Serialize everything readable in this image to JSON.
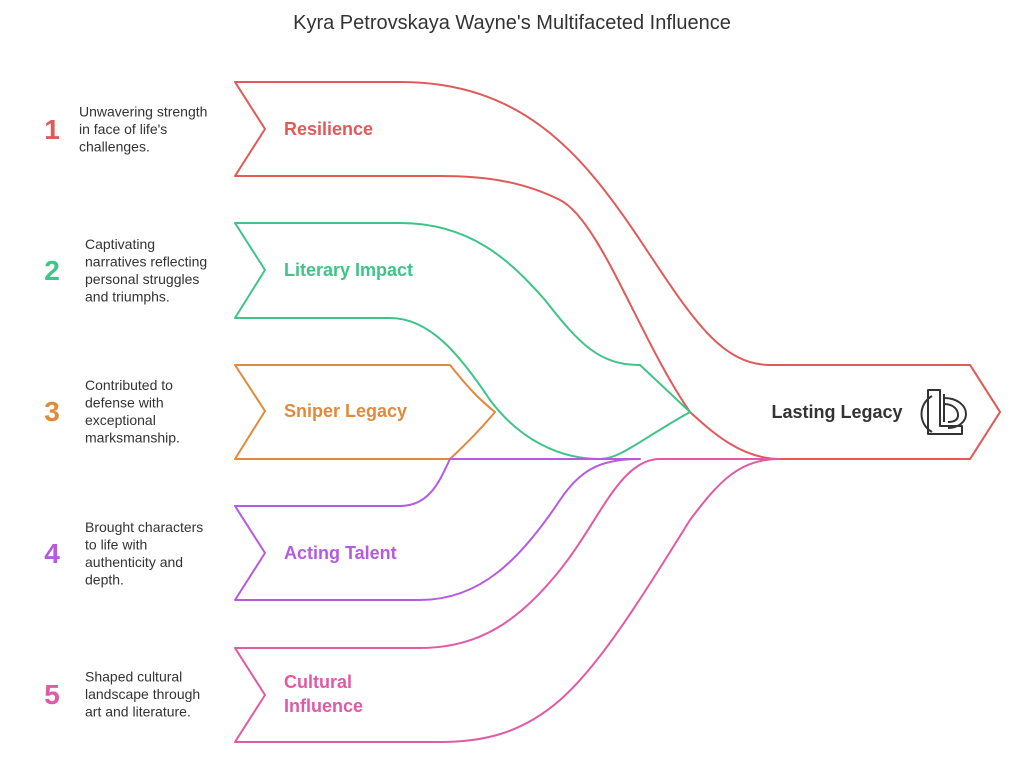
{
  "title": "Kyra Petrovskaya Wayne's Multifaceted Influence",
  "target": {
    "label": "Lasting Legacy",
    "icon": "legacy-logo-icon"
  },
  "items": [
    {
      "number": "1",
      "label_lines": [
        "Resilience"
      ],
      "description_lines": [
        "Unwavering strength",
        "in face of life's",
        "challenges."
      ],
      "color": "#e05a5a"
    },
    {
      "number": "2",
      "label_lines": [
        "Literary Impact"
      ],
      "description_lines": [
        "Captivating",
        "narratives reflecting",
        "personal struggles",
        "and triumphs."
      ],
      "color": "#3fc487"
    },
    {
      "number": "3",
      "label_lines": [
        "Sniper Legacy"
      ],
      "description_lines": [
        "Contributed to",
        "defense with",
        "exceptional",
        "marksmanship."
      ],
      "color": "#e08a3c"
    },
    {
      "number": "4",
      "label_lines": [
        "Acting Talent"
      ],
      "description_lines": [
        "Brought characters",
        "to life with",
        "authenticity and",
        "depth."
      ],
      "color": "#b55be0"
    },
    {
      "number": "5",
      "label_lines": [
        "Cultural",
        "Influence"
      ],
      "description_lines": [
        "Shaped cultural",
        "landscape through",
        "art and literature."
      ],
      "color": "#e05aa5"
    }
  ]
}
